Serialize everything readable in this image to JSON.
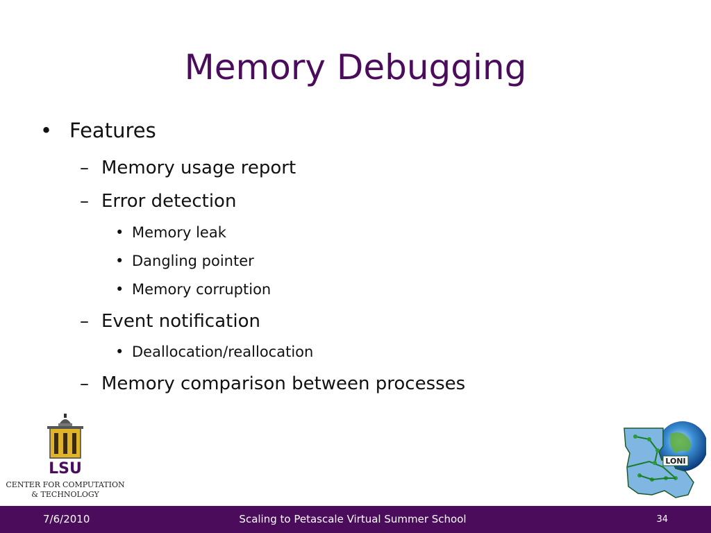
{
  "slide": {
    "title": "Memory Debugging",
    "bullets": [
      {
        "level": 1,
        "marker": "•",
        "text": "Features"
      },
      {
        "level": 2,
        "marker": "–",
        "text": "Memory usage report"
      },
      {
        "level": 2,
        "marker": "–",
        "text": "Error detection"
      },
      {
        "level": 3,
        "marker": "•",
        "text": "Memory leak"
      },
      {
        "level": 3,
        "marker": "•",
        "text": "Dangling pointer"
      },
      {
        "level": 3,
        "marker": "•",
        "text": "Memory corruption"
      },
      {
        "level": 2,
        "marker": "–",
        "text": "Event notification"
      },
      {
        "level": 3,
        "marker": "•",
        "text": "Deallocation/reallocation"
      },
      {
        "level": 2,
        "marker": "–",
        "text": "Memory comparison between processes"
      }
    ]
  },
  "logos": {
    "lsu": {
      "wordmark": "LSU",
      "line1": "CENTER FOR COMPUTATION",
      "line2": "& TECHNOLOGY"
    },
    "loni": {
      "wordmark": "LONI",
      "icon": "louisiana-network-globe-icon"
    }
  },
  "footer": {
    "date": "7/6/2010",
    "center": "Scaling to Petascale Virtual Summer School",
    "page": "34"
  },
  "colors": {
    "title": "#4b0c5c",
    "footer_bg": "#4b0c5c",
    "text": "#111111"
  }
}
